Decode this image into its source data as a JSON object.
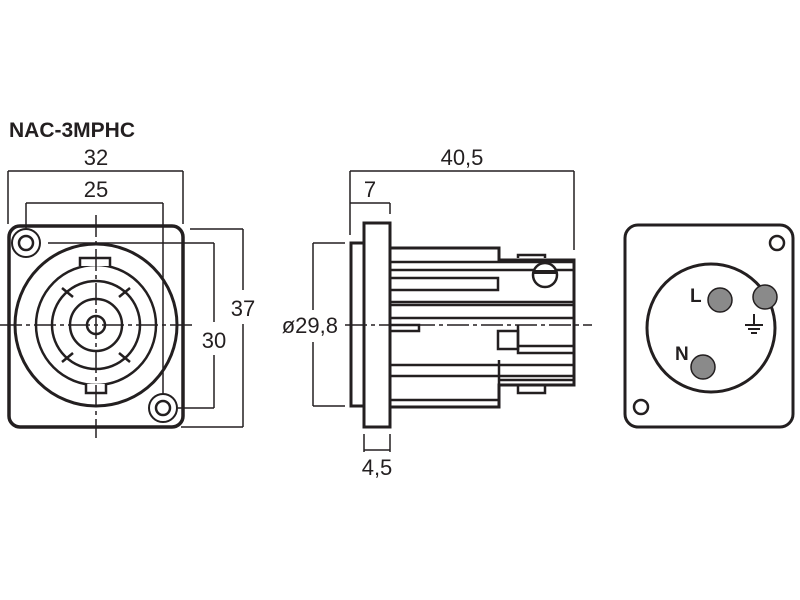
{
  "title": "NAC-3MPHC",
  "front_view": {
    "dims": {
      "outer_width": "32",
      "hole_spacing_width": "25",
      "outer_height": "37",
      "hole_spacing_height": "30"
    }
  },
  "side_view": {
    "dims": {
      "length": "40,5",
      "flange_offset": "7",
      "diameter": "ø29,8",
      "flange_thickness": "4,5"
    }
  },
  "rear_view": {
    "pins": [
      {
        "label": "L"
      },
      {
        "label": "N"
      },
      {
        "label": "ground-symbol"
      }
    ]
  },
  "colors": {
    "line": "#231f20",
    "pin": "#8a8a8a"
  }
}
